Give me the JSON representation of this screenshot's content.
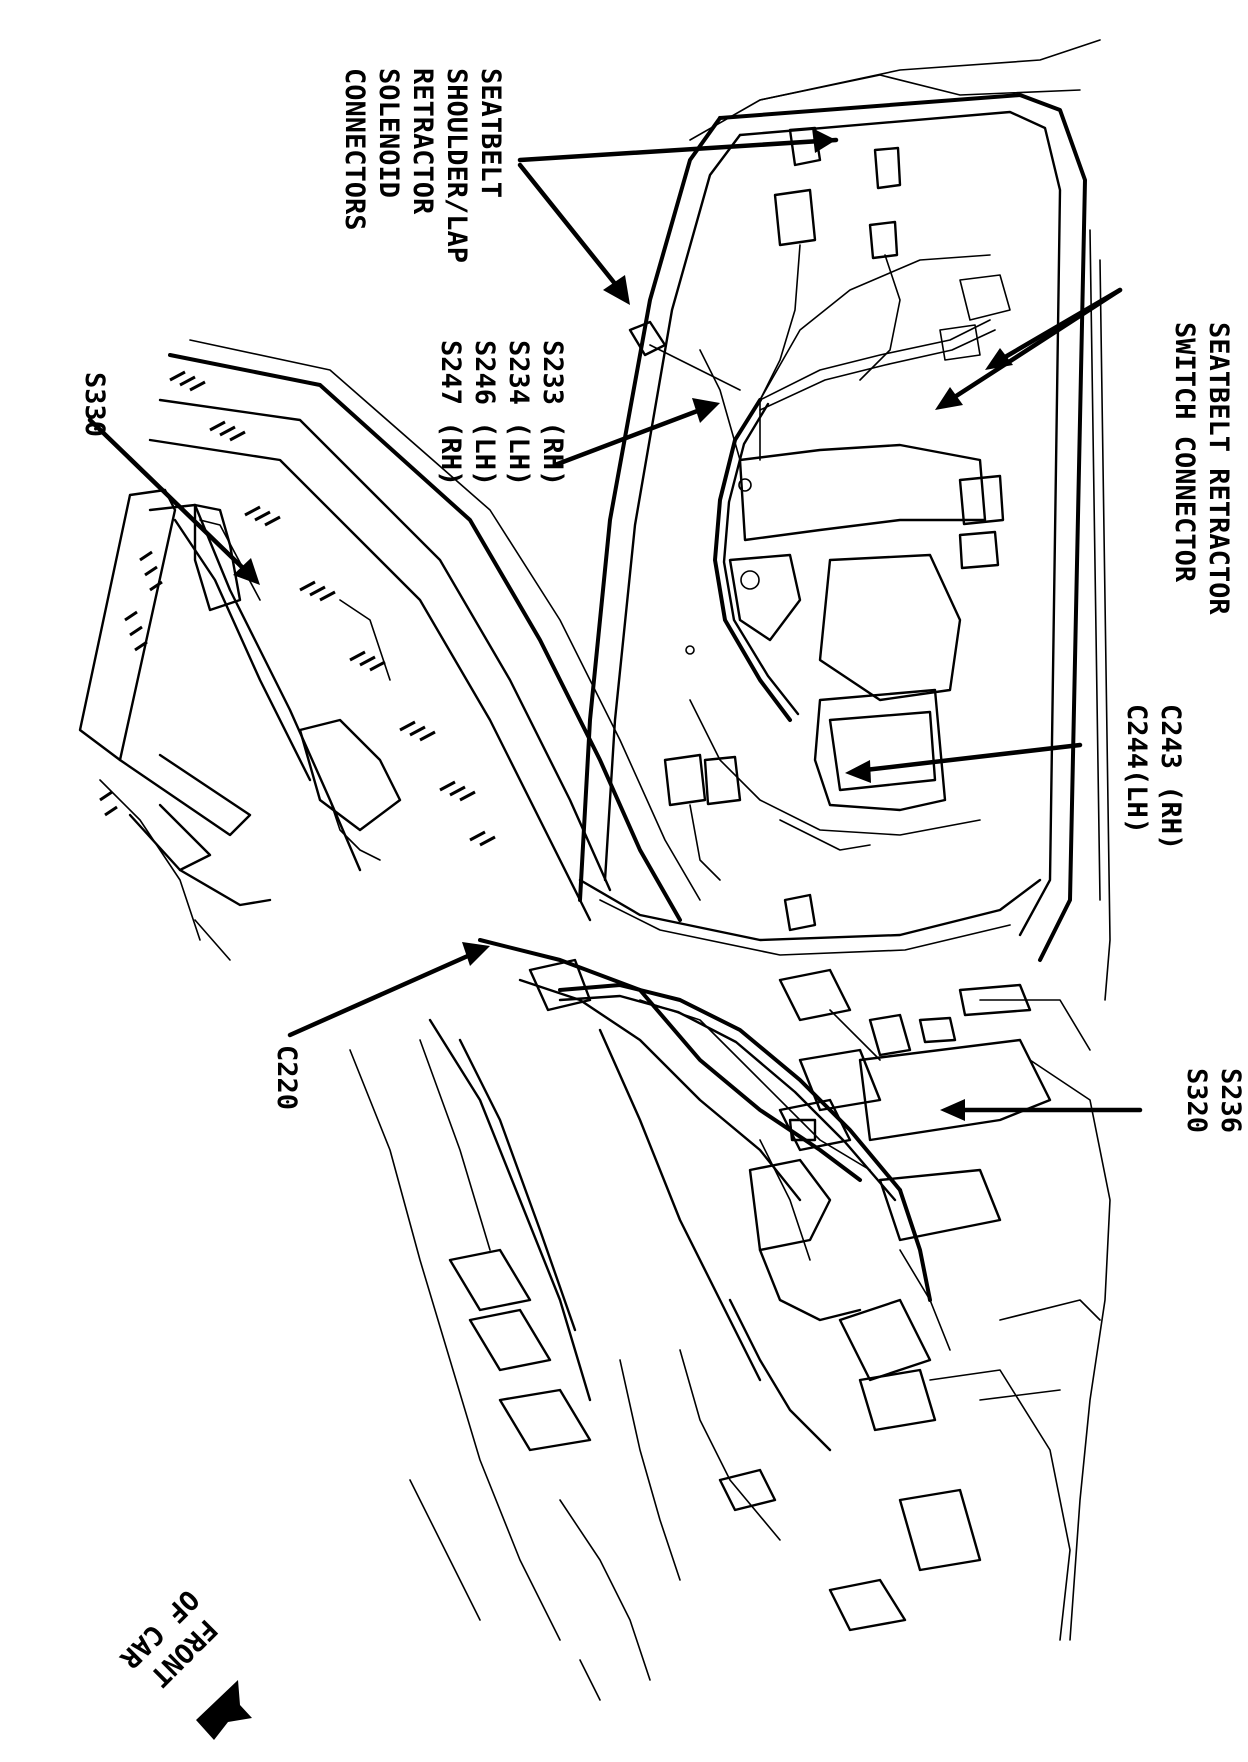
{
  "labels": {
    "seatbelt_solenoid": [
      "SEATBELT",
      "SHOULDER/LAP",
      "RETRACTOR",
      "SOLENOID",
      "CONNECTORS"
    ],
    "splices_s233": [
      "S233 (RH)",
      "S234 (LH)",
      "S246 (LH)",
      "S247 (RH)"
    ],
    "retractor_switch": [
      "SEATBELT RETRACTOR",
      "SWITCH CONNECTOR"
    ],
    "c243_c244": [
      "C243 (RH)",
      "C244(LH)"
    ],
    "s330": "S330",
    "c220": "C220",
    "s236_s320": [
      "S236",
      "S320"
    ],
    "front_of_car": [
      "FRONT",
      "OF CAR"
    ]
  },
  "colors": {
    "ink": "#000000",
    "paper": "#ffffff"
  }
}
